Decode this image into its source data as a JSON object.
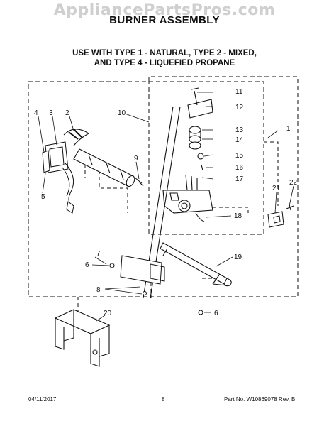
{
  "watermark": "AppliancePartsPros.com",
  "title": "BURNER ASSEMBLY",
  "subtitle": {
    "line1": "USE WITH TYPE 1 - NATURAL, TYPE 2 - MIXED,",
    "line2": "AND TYPE 4 - LIQUEFIED PROPANE"
  },
  "callouts": [
    "1",
    "2",
    "3",
    "4",
    "5",
    "6",
    "6",
    "7",
    "8",
    "9",
    "10",
    "11",
    "12",
    "13",
    "14",
    "15",
    "16",
    "17",
    "18",
    "19",
    "20",
    "21",
    "22"
  ],
  "footer": {
    "date": "04/11/2017",
    "page": "8",
    "part": "Part No. W10869078  Rev. B"
  }
}
